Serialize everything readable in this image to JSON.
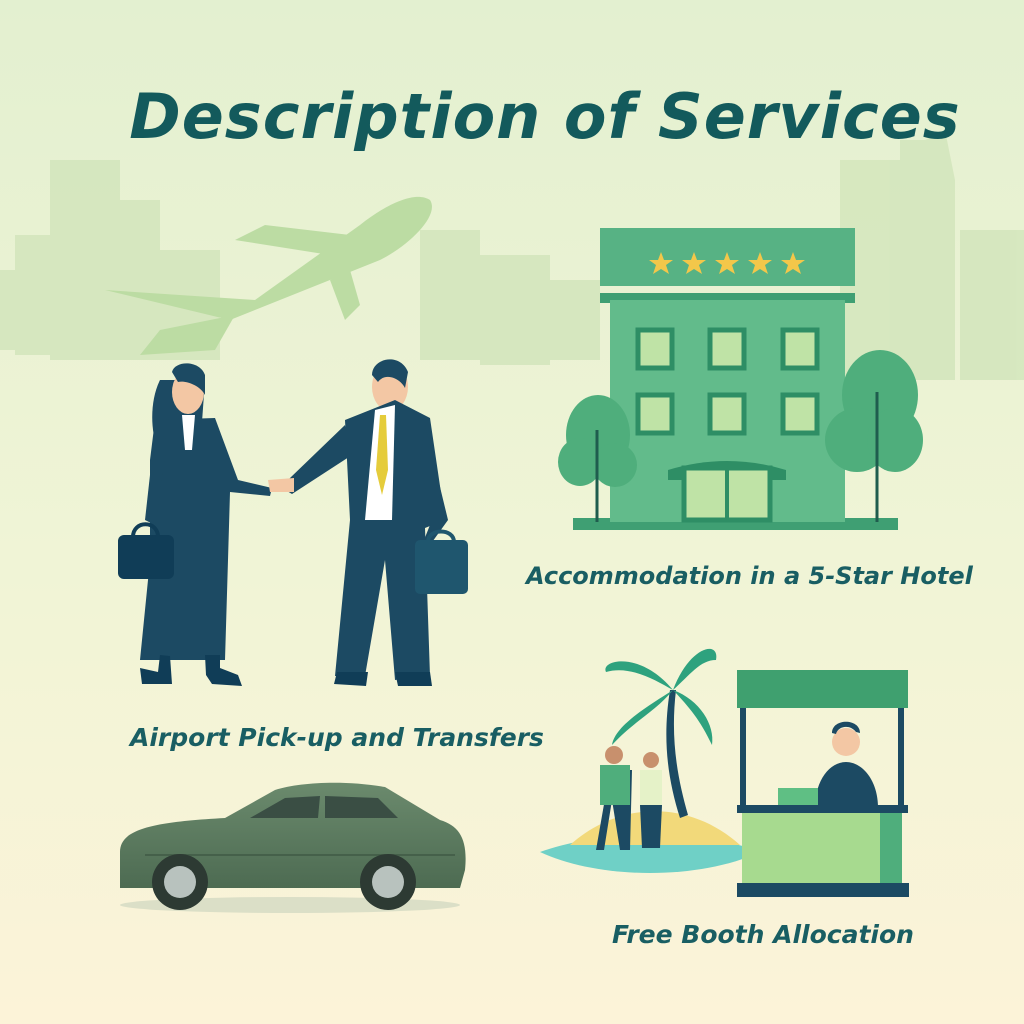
{
  "header": {
    "title": "Description of Services"
  },
  "services": {
    "hotel": {
      "caption": "Accommodation in a 5-Star Hotel",
      "stars": 5
    },
    "airport": {
      "caption": "Airport Pick-up and Transfers"
    },
    "booth": {
      "caption": "Free Booth Allocation"
    }
  },
  "colors": {
    "background_top": "#e4f1d2",
    "background_bottom": "#fbf3d9",
    "title": "#135a5c",
    "caption": "#195e63",
    "hotel_green": "#5fb98a",
    "navy_suit": "#1c4a63",
    "car": "#5a7a5e",
    "star": "#f3c74a"
  },
  "icons": [
    "airplane-icon",
    "skyline-icon",
    "hotel-icon",
    "tree-icon",
    "handshake-icon",
    "briefcase-icon",
    "car-icon",
    "palm-tree-icon",
    "booth-icon"
  ]
}
